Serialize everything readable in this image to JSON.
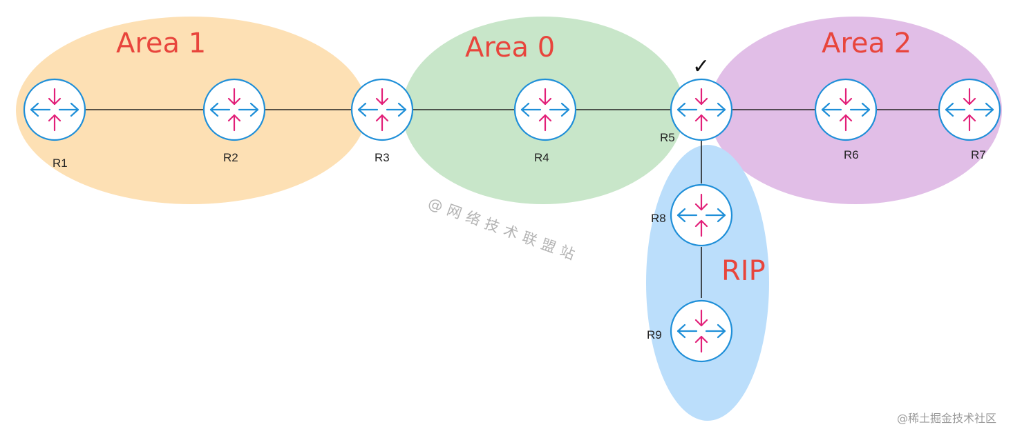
{
  "areas": [
    {
      "label": "Area 1",
      "color": "#fde0b4"
    },
    {
      "label": "Area 0",
      "color": "#c8e6c9"
    },
    {
      "label": "Area 2",
      "color": "#e1bee7"
    },
    {
      "label": "RIP",
      "color": "#bbdefb"
    }
  ],
  "routers": [
    {
      "label": "R1"
    },
    {
      "label": "R2"
    },
    {
      "label": "R3"
    },
    {
      "label": "R4"
    },
    {
      "label": "R5"
    },
    {
      "label": "R6"
    },
    {
      "label": "R7"
    },
    {
      "label": "R8"
    },
    {
      "label": "R9"
    }
  ],
  "marker": {
    "symbol": "✓"
  },
  "watermark": {
    "text": "@网络技术联盟站"
  },
  "footer": {
    "text": "@稀土掘金技术社区"
  },
  "colors": {
    "area_label": "#e8453c",
    "router_blue": "#1f8fd8",
    "router_pink": "#e21f78"
  }
}
